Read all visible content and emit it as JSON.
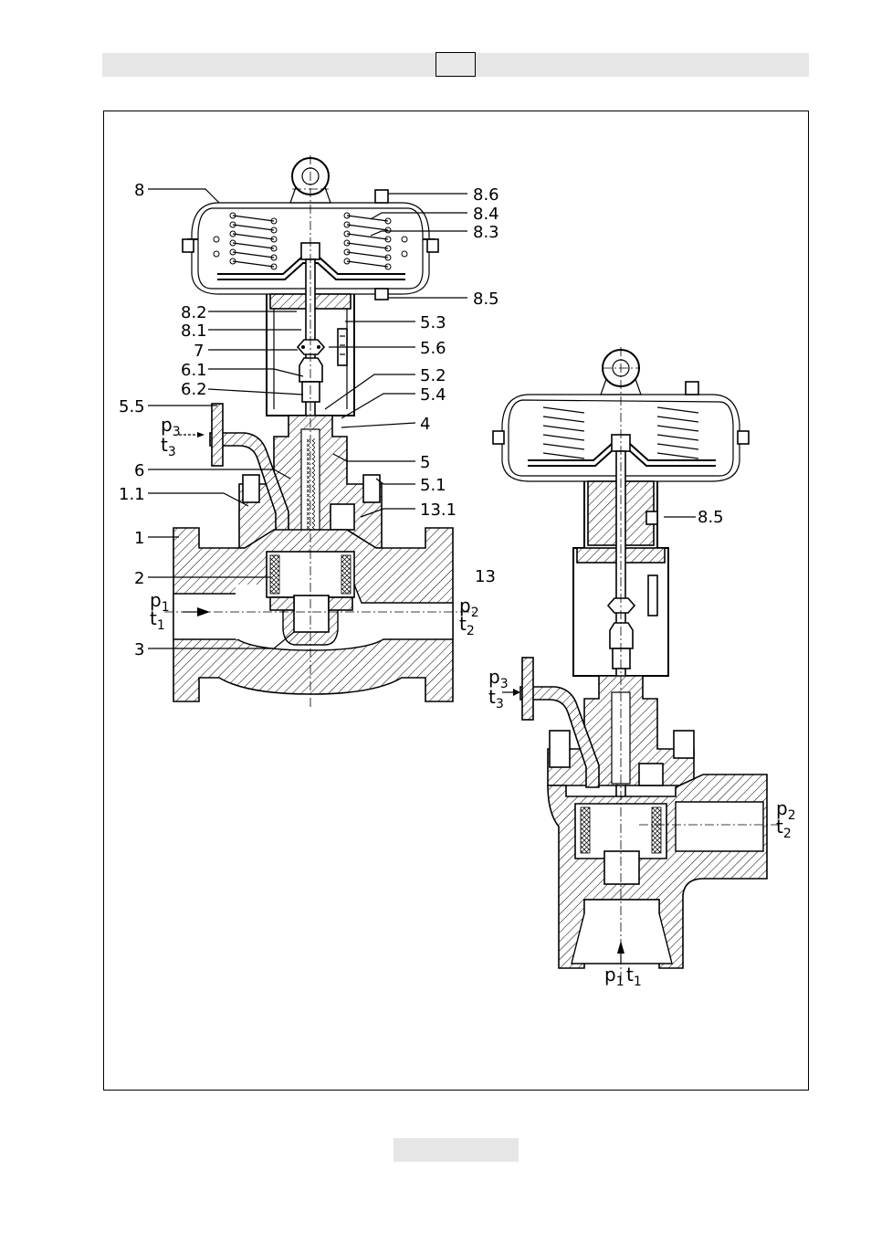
{
  "header": {
    "page_box_text": ""
  },
  "footer": {
    "text": ""
  },
  "left_valve": {
    "labels_left": [
      "8",
      "8.2",
      "8.1",
      "7",
      "6.1",
      "6.2",
      "5.5",
      "6",
      "1.1",
      "1",
      "2",
      "3"
    ],
    "labels_right": [
      "8.6",
      "8.4",
      "8.3",
      "8.5",
      "5.3",
      "5.6",
      "5.2",
      "5.4",
      "4",
      "5",
      "5.1",
      "13.1",
      "13"
    ],
    "inlet": {
      "p": "p",
      "p_sub": "1",
      "t": "t",
      "t_sub": "1"
    },
    "outlet": {
      "p": "p",
      "p_sub": "2",
      "t": "t",
      "t_sub": "2"
    },
    "aux": {
      "p": "p",
      "p_sub": "3",
      "t": "t",
      "t_sub": "3"
    }
  },
  "right_valve": {
    "labels": [
      "8.5"
    ],
    "inlet": {
      "p": "p",
      "p_sub": "1",
      "t": "t",
      "t_sub": "1"
    },
    "outlet": {
      "p": "p",
      "p_sub": "2",
      "t": "t",
      "t_sub": "2"
    },
    "aux": {
      "p": "p",
      "p_sub": "3",
      "t": "t",
      "t_sub": "3"
    }
  }
}
